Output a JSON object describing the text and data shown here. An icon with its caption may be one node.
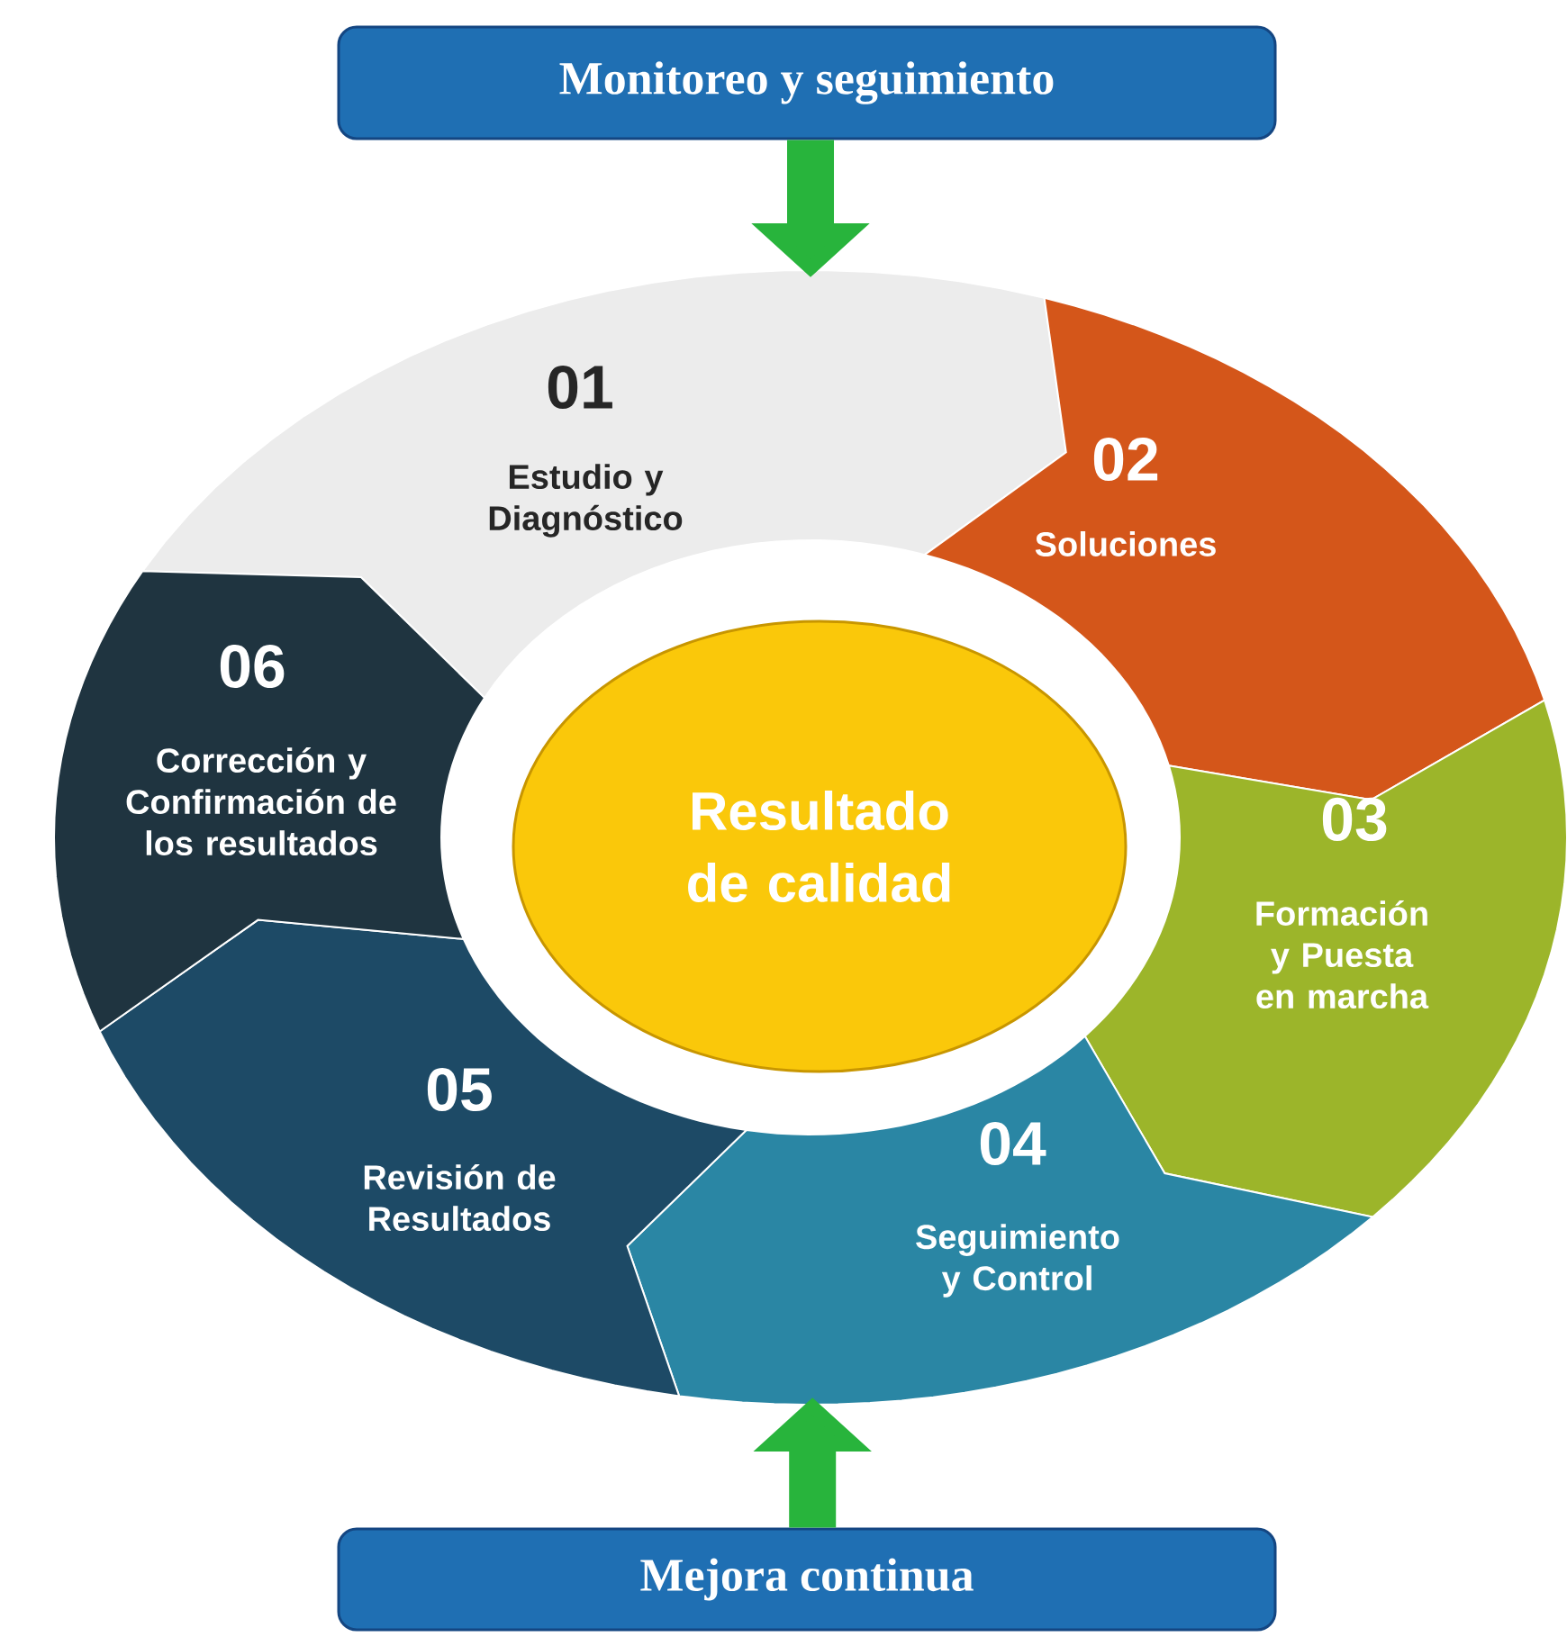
{
  "diagram": {
    "nodes": [
      {
        "text": [
          "Monitoreo y seguimiento"
        ]
      },
      {
        "text": [
          "01",
          "Estudio y Diagnóstico"
        ]
      },
      {
        "text": [
          "02",
          "Soluciones"
        ]
      },
      {
        "text": [
          "03",
          "Formación y Puesta en marcha"
        ]
      },
      {
        "text": [
          "04",
          "Seguimiento y Control"
        ]
      },
      {
        "text": [
          "05",
          "Revisión de Resultados"
        ]
      },
      {
        "text": [
          "06",
          "Corrección y Confirmación de los resultados"
        ]
      },
      {
        "text": [
          "Resultado de calidad"
        ]
      },
      {
        "text": [
          "Mejora continua"
        ]
      }
    ],
    "edges": [
      {
        "from": 0,
        "to": 1,
        "arrow": "to"
      },
      {
        "from": 8,
        "to": 4,
        "arrow": "to"
      }
    ]
  }
}
